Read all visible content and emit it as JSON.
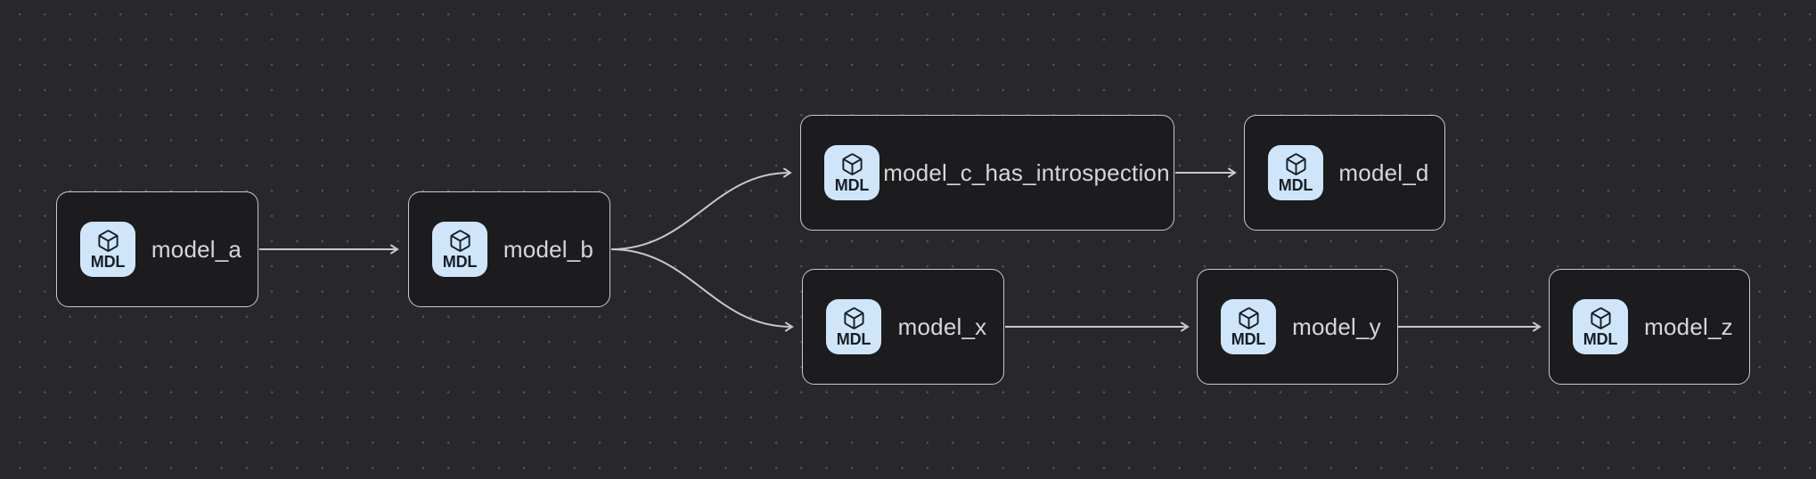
{
  "canvas": {
    "background_color": "#28282a",
    "dot_grid_color": "#55555a",
    "node_fill_color": "#1c1c1e",
    "node_border_color": "#c8c9cb",
    "edge_color": "#c8c9cb",
    "label_color": "#d6d7d9",
    "badge_background_color": "#cfe6fa",
    "badge_foreground_color": "#171d26"
  },
  "nodes": [
    {
      "id": "model_a",
      "label": "model_a",
      "badge": "MDL",
      "icon": "box-icon"
    },
    {
      "id": "model_b",
      "label": "model_b",
      "badge": "MDL",
      "icon": "box-icon"
    },
    {
      "id": "model_c_has_introspection",
      "label": "model_c_has_introspection",
      "badge": "MDL",
      "icon": "box-icon"
    },
    {
      "id": "model_d",
      "label": "model_d",
      "badge": "MDL",
      "icon": "box-icon"
    },
    {
      "id": "model_x",
      "label": "model_x",
      "badge": "MDL",
      "icon": "box-icon"
    },
    {
      "id": "model_y",
      "label": "model_y",
      "badge": "MDL",
      "icon": "box-icon"
    },
    {
      "id": "model_z",
      "label": "model_z",
      "badge": "MDL",
      "icon": "box-icon"
    }
  ],
  "edges": [
    {
      "from": "model_a",
      "to": "model_b"
    },
    {
      "from": "model_b",
      "to": "model_c_has_introspection"
    },
    {
      "from": "model_b",
      "to": "model_x"
    },
    {
      "from": "model_c_has_introspection",
      "to": "model_d"
    },
    {
      "from": "model_x",
      "to": "model_y"
    },
    {
      "from": "model_y",
      "to": "model_z"
    }
  ]
}
